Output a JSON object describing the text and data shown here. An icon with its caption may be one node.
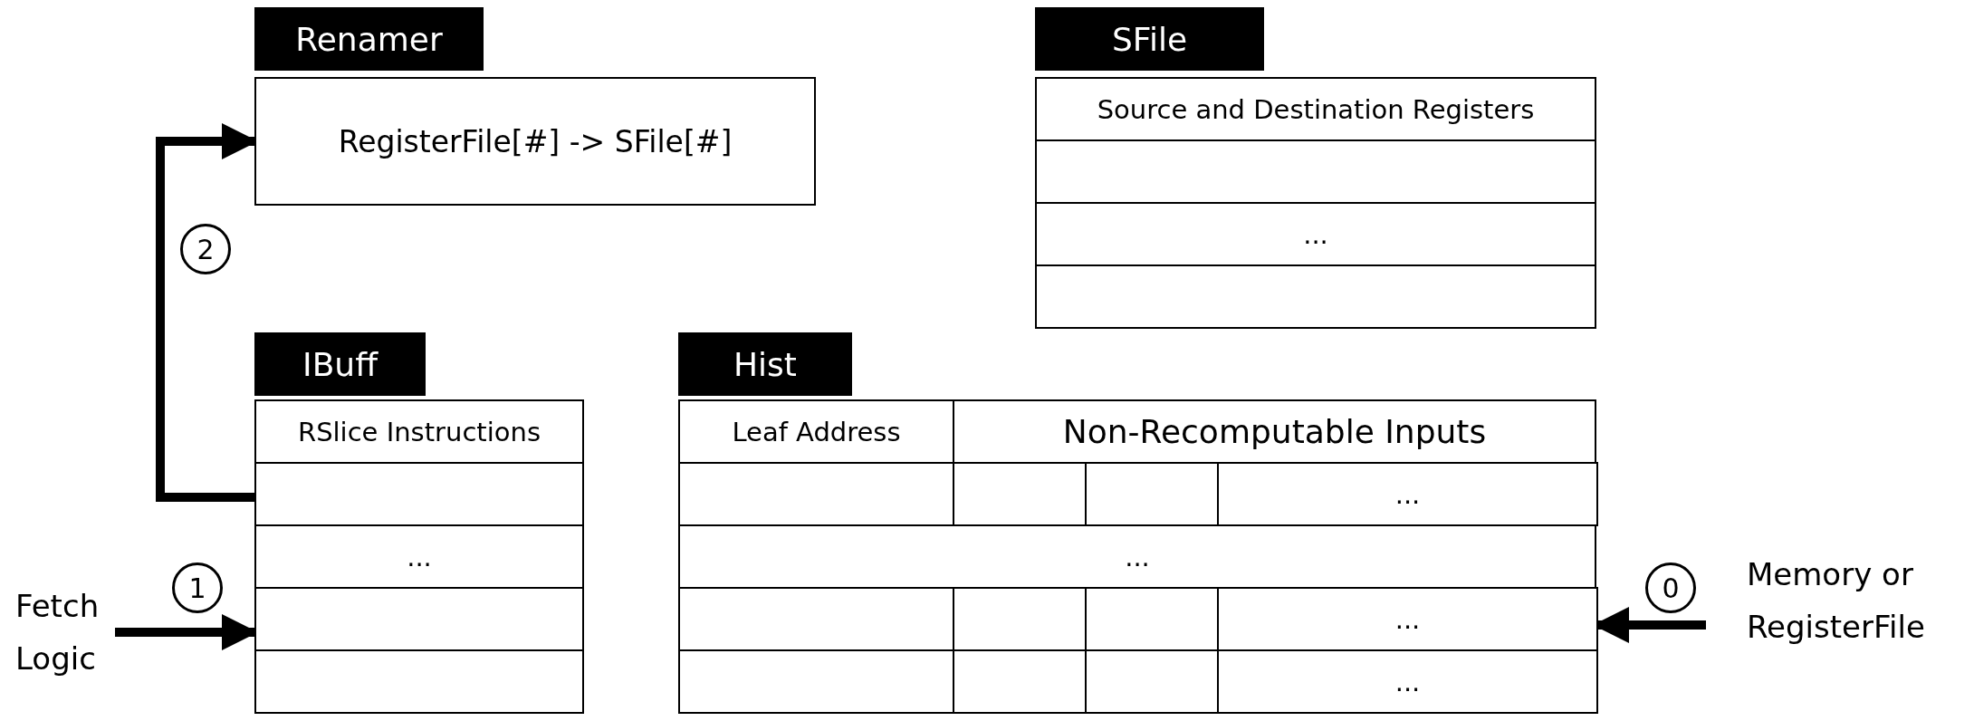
{
  "diagram": {
    "nodes": [
      {
        "text": [
          "Renamer",
          "RegisterFile[#] -> SFile[#]"
        ]
      },
      {
        "text": [
          "SFile",
          "Source and Destination Registers"
        ]
      },
      {
        "text": [
          "IBuff",
          "RSlice Instructions"
        ]
      },
      {
        "text": [
          "Hist",
          "Leaf Address",
          "Non-Recomputable Inputs"
        ]
      },
      {
        "text": [
          "Fetch Logic"
        ]
      },
      {
        "text": [
          "Memory or RegisterFile"
        ]
      }
    ],
    "edges": [
      {
        "from": 5,
        "to": 3,
        "arrow": "to",
        "label": "0"
      },
      {
        "from": 4,
        "to": 2,
        "arrow": "to",
        "label": "1"
      },
      {
        "from": 2,
        "to": 0,
        "arrow": "to",
        "label": "2"
      }
    ],
    "labels": [
      "...",
      "...",
      "...",
      "...",
      "...",
      "..."
    ]
  }
}
